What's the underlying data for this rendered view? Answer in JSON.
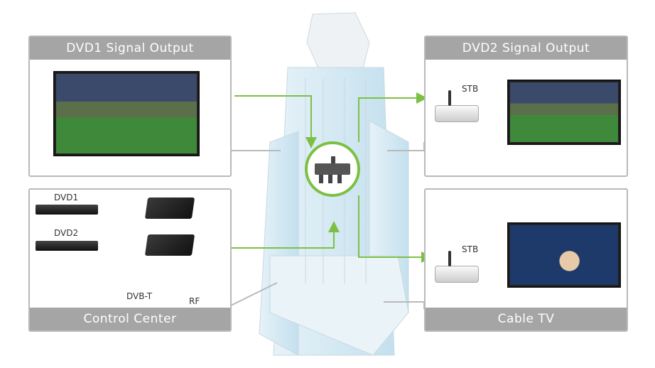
{
  "panels": {
    "dvd1_output": {
      "title": "DVD1 Signal Output"
    },
    "dvd2_output": {
      "title": "DVD2 Signal Output",
      "stb_label": "STB"
    },
    "control_center": {
      "title": "Control Center",
      "dvd1_label": "DVD1",
      "dvd2_label": "DVD2",
      "antenna_label": "DVB-T",
      "rf_label": "RF"
    },
    "cable_tv": {
      "title": "Cable TV",
      "stb_label": "STB"
    }
  },
  "colors": {
    "arrow": "#7cc043",
    "panel_header": "#a5a5a5",
    "panel_border": "#b9b9b9",
    "building": "#d6eaf3"
  },
  "icons": [
    "television-icon",
    "dvd-player-icon",
    "modulator-icon",
    "antenna-icon",
    "set-top-box-icon",
    "splitter-icon",
    "building-icon"
  ]
}
